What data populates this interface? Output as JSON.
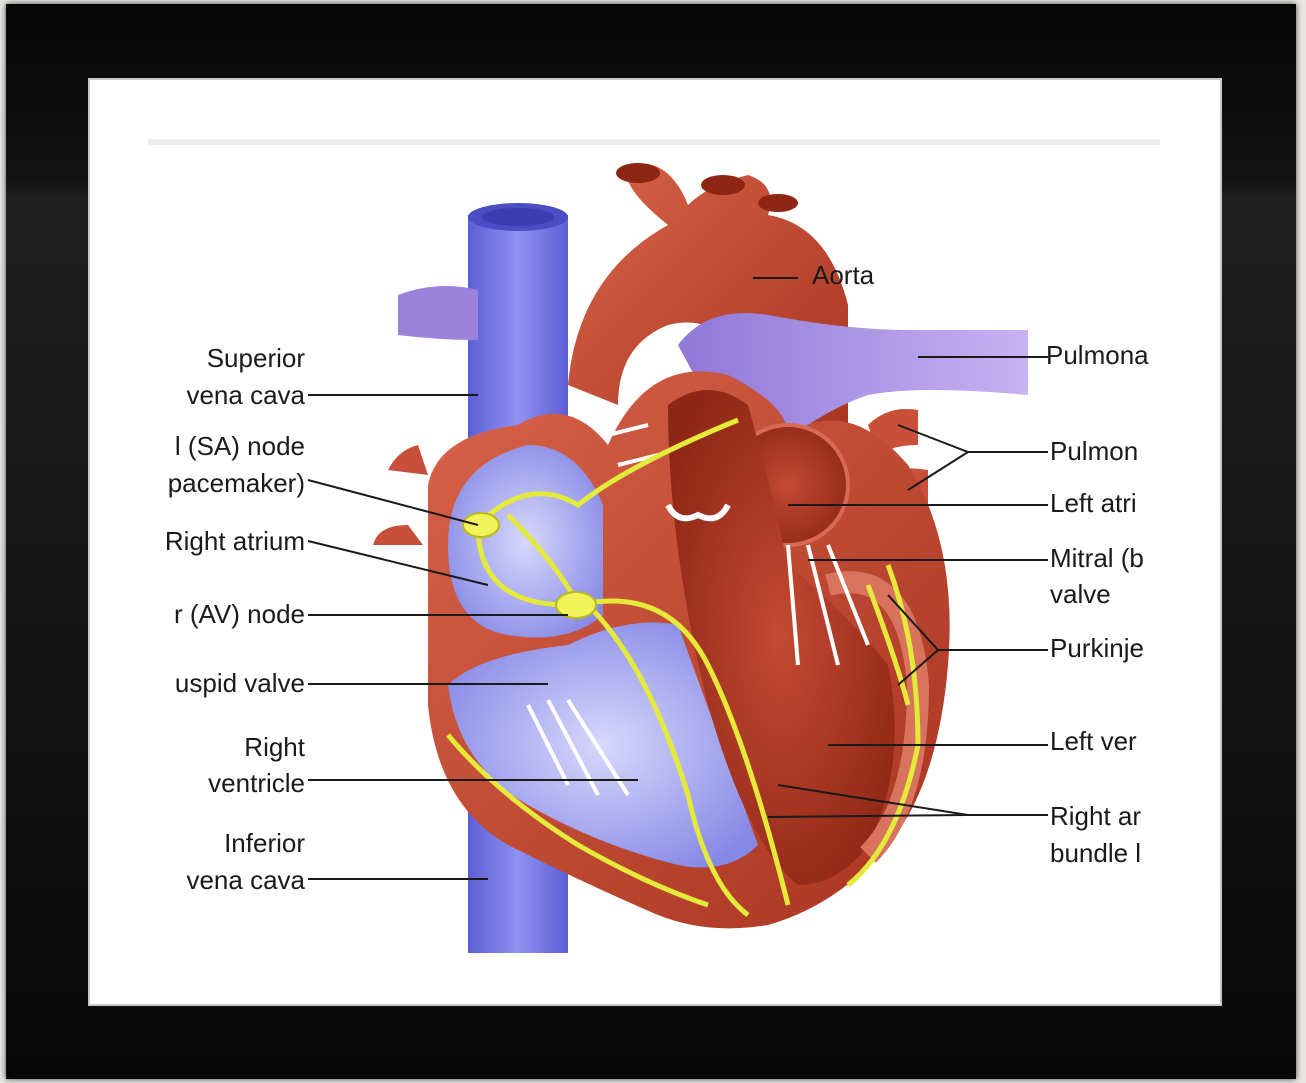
{
  "labels": {
    "aorta": "Aorta",
    "superior_vena_cava_1": "Superior",
    "superior_vena_cava_2": "vena cava",
    "sa_node_1": "l (SA) node",
    "sa_node_2": "pacemaker)",
    "right_atrium": "Right atrium",
    "av_node": "r (AV) node",
    "tricuspid_valve": "uspid valve",
    "right_ventricle_1": "Right",
    "right_ventricle_2": "ventricle",
    "inferior_vena_cava_1": "Inferior",
    "inferior_vena_cava_2": "vena cava",
    "pulmonary_artery": "Pulmona",
    "pulmonary_veins": "Pulmon",
    "left_atrium": "Left atri",
    "mitral_valve_1": "Mitral (b",
    "mitral_valve_2": "valve",
    "purkinje_fibers": "Purkinje",
    "left_ventricle": "Left ver",
    "bundle_branches_1": "Right ar",
    "bundle_branches_2": "bundle l"
  },
  "colors": {
    "vein_blue": "#7b7fe6",
    "heart_red": "#c1452e",
    "conduction_yellow": "#e6ec3a",
    "pulmonary_violet": "#a98be0"
  }
}
